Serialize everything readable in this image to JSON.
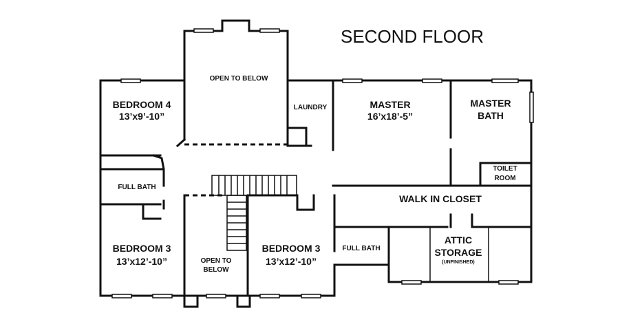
{
  "title": "SECOND FLOOR",
  "rooms": {
    "bedroom4": {
      "name": "BEDROOM 4",
      "size": "13’x9’-10”"
    },
    "open_to_below_top": {
      "label": "OPEN TO BELOW"
    },
    "laundry": {
      "label": "LAUNDRY"
    },
    "master": {
      "name": "MASTER",
      "size": "16’x18’-5”"
    },
    "master_bath": {
      "line1": "MASTER",
      "line2": "BATH"
    },
    "toilet_room": {
      "line1": "TOILET",
      "line2": "ROOM"
    },
    "full_bath_left": {
      "label": "FULL BATH"
    },
    "walk_in_closet": {
      "label": "WALK IN CLOSET"
    },
    "full_bath_center": {
      "label": "FULL BATH"
    },
    "attic_storage": {
      "line1": "ATTIC",
      "line2": "STORAGE",
      "note": "(UNFINISHED)"
    },
    "bedroom3_left": {
      "name": "BEDROOM 3",
      "size": "13’x12’-10”"
    },
    "open_to_below_bottom": {
      "line1": "OPEN TO",
      "line2": "BELOW"
    },
    "bedroom3_center": {
      "name": "BEDROOM 3",
      "size": "13’x12’-10”"
    }
  }
}
